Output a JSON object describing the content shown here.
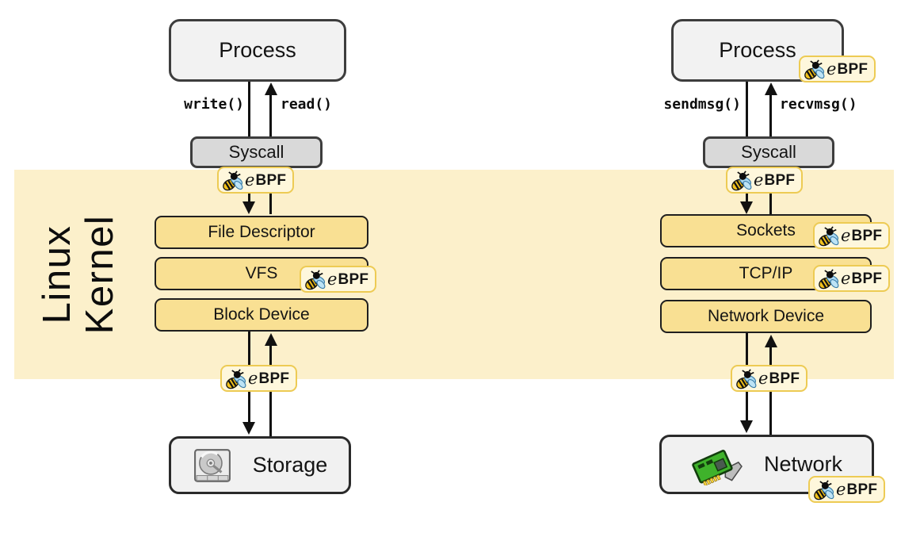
{
  "kernel": {
    "label_line1": "Linux",
    "label_line2": "Kernel"
  },
  "badge": {
    "e": "e",
    "bpf": "BPF"
  },
  "file_stack": {
    "process": "Process",
    "syscall": "Syscall",
    "write_label": "write()",
    "read_label": "read()",
    "layers": [
      "File Descriptor",
      "VFS",
      "Block Device"
    ],
    "endpoint": "Storage"
  },
  "network_stack": {
    "process": "Process",
    "syscall": "Syscall",
    "send_label": "sendmsg()",
    "recv_label": "recvmsg()",
    "layers": [
      "Sockets",
      "TCP/IP",
      "Network Device"
    ],
    "endpoint": "Network"
  },
  "icons": {
    "bee": "bee-icon",
    "storage": "hard-disk-icon",
    "network": "network-card-icon"
  },
  "colors": {
    "kernel_band": "#FCF0CB",
    "layer_fill": "#F9E093",
    "syscall_fill": "#D9D9D9",
    "process_fill": "#F2F2F2",
    "badge_fill": "#FEF7DC",
    "badge_border": "#EDCB54",
    "line": "#111111"
  }
}
